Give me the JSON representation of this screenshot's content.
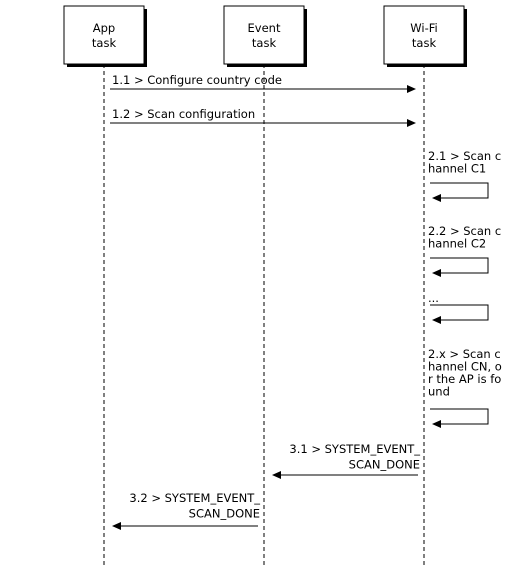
{
  "participants": [
    {
      "id": "app",
      "lines": [
        "App",
        "task"
      ]
    },
    {
      "id": "event",
      "lines": [
        "Event",
        "task"
      ]
    },
    {
      "id": "wifi",
      "lines": [
        "Wi-Fi",
        "task"
      ]
    }
  ],
  "messages": [
    {
      "id": "m1_1",
      "kind": "forward",
      "from": "app",
      "to": "wifi",
      "lines": [
        "1.1 > Configure country code"
      ]
    },
    {
      "id": "m1_2",
      "kind": "forward",
      "from": "app",
      "to": "wifi",
      "lines": [
        "1.2 > Scan configuration"
      ]
    },
    {
      "id": "m2_1",
      "kind": "self",
      "on": "wifi",
      "lines": [
        "2.1 > Scan c",
        "hannel C1"
      ]
    },
    {
      "id": "m2_2",
      "kind": "self",
      "on": "wifi",
      "lines": [
        "2.2 > Scan c",
        "hannel C2"
      ]
    },
    {
      "id": "m2_dots",
      "kind": "self",
      "on": "wifi",
      "lines": [
        "..."
      ]
    },
    {
      "id": "m2_x",
      "kind": "self",
      "on": "wifi",
      "lines": [
        "2.x > Scan c",
        "hannel CN, o",
        "r the AP is fo",
        "und"
      ]
    },
    {
      "id": "m3_1",
      "kind": "return",
      "from": "wifi",
      "to": "event",
      "lines": [
        "3.1 > SYSTEM_EVENT_",
        "SCAN_DONE"
      ]
    },
    {
      "id": "m3_2",
      "kind": "return",
      "from": "event",
      "to": "app",
      "lines": [
        "3.2 > SYSTEM_EVENT_",
        "SCAN_DONE"
      ]
    }
  ]
}
